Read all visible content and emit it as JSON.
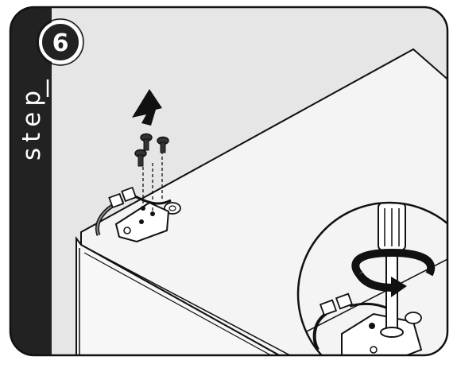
{
  "step": {
    "number": "6",
    "word": "step"
  },
  "colors": {
    "panel_background": "#e6e6e6",
    "sidebar": "#222222",
    "outline": "#111111",
    "appliance_top": "#f4f4f4"
  },
  "icons": [
    "step-badge",
    "up-arrow-icon",
    "screw-icon",
    "hinge-bracket",
    "screwdriver-icon",
    "rotation-arrow-icon",
    "magnifier-callout"
  ]
}
